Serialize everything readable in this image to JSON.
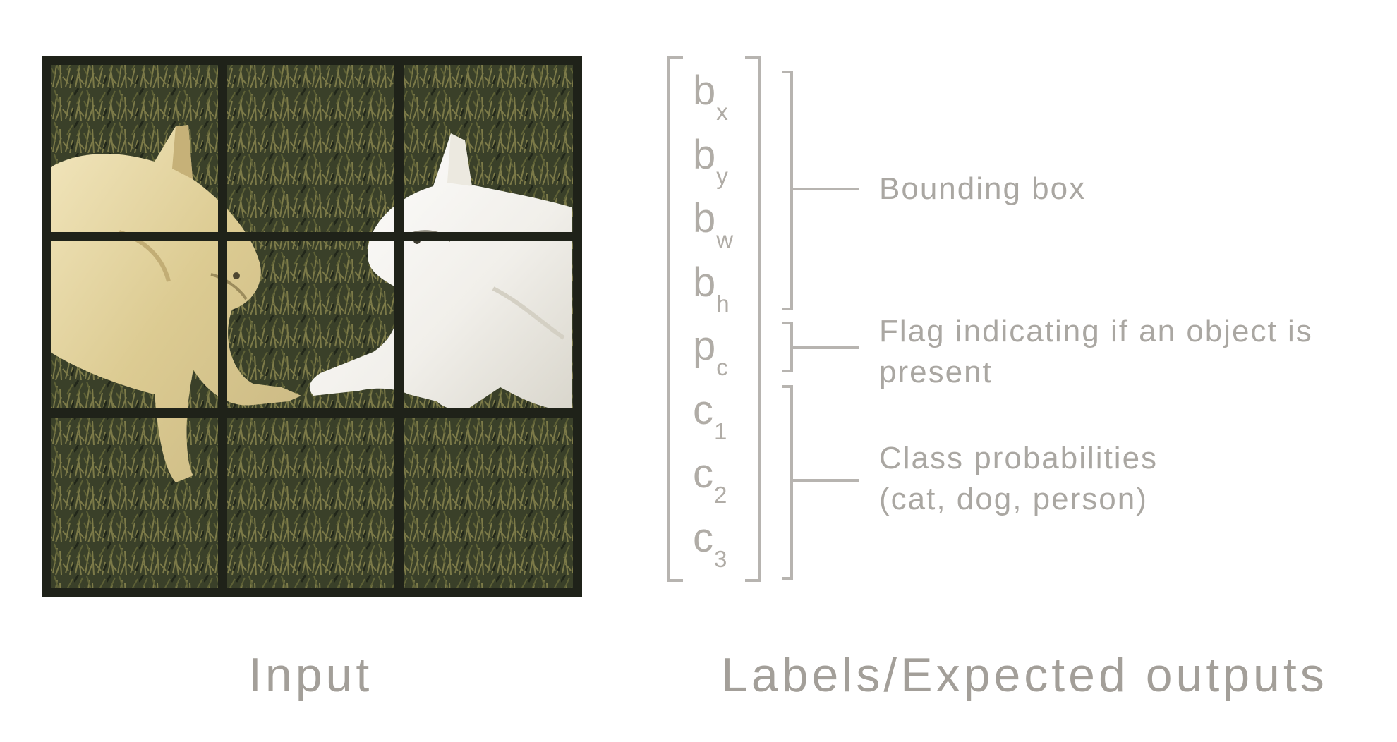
{
  "vector": {
    "entries": [
      {
        "base": "b",
        "sub": "x"
      },
      {
        "base": "b",
        "sub": "y"
      },
      {
        "base": "b",
        "sub": "w"
      },
      {
        "base": "b",
        "sub": "h"
      },
      {
        "base": "p",
        "sub": "c"
      },
      {
        "base": "c",
        "sub": "1"
      },
      {
        "base": "c",
        "sub": "2"
      },
      {
        "base": "c",
        "sub": "3"
      }
    ]
  },
  "groups": {
    "bounding_box": "Bounding box",
    "flag_line1": "Flag indicating if an object is",
    "flag_line2": "present",
    "class_line1": "Class probabilities",
    "class_line2": "(cat, dog, person)"
  },
  "captions": {
    "input": "Input",
    "labels": "Labels/Expected outputs"
  },
  "colors": {
    "grid_line": "#1f2219",
    "grass_dark": "#2c3220",
    "bracket": "#b7b4b0",
    "text": "#aaa7a2"
  },
  "grid": {
    "rows": 3,
    "cols": 3
  }
}
